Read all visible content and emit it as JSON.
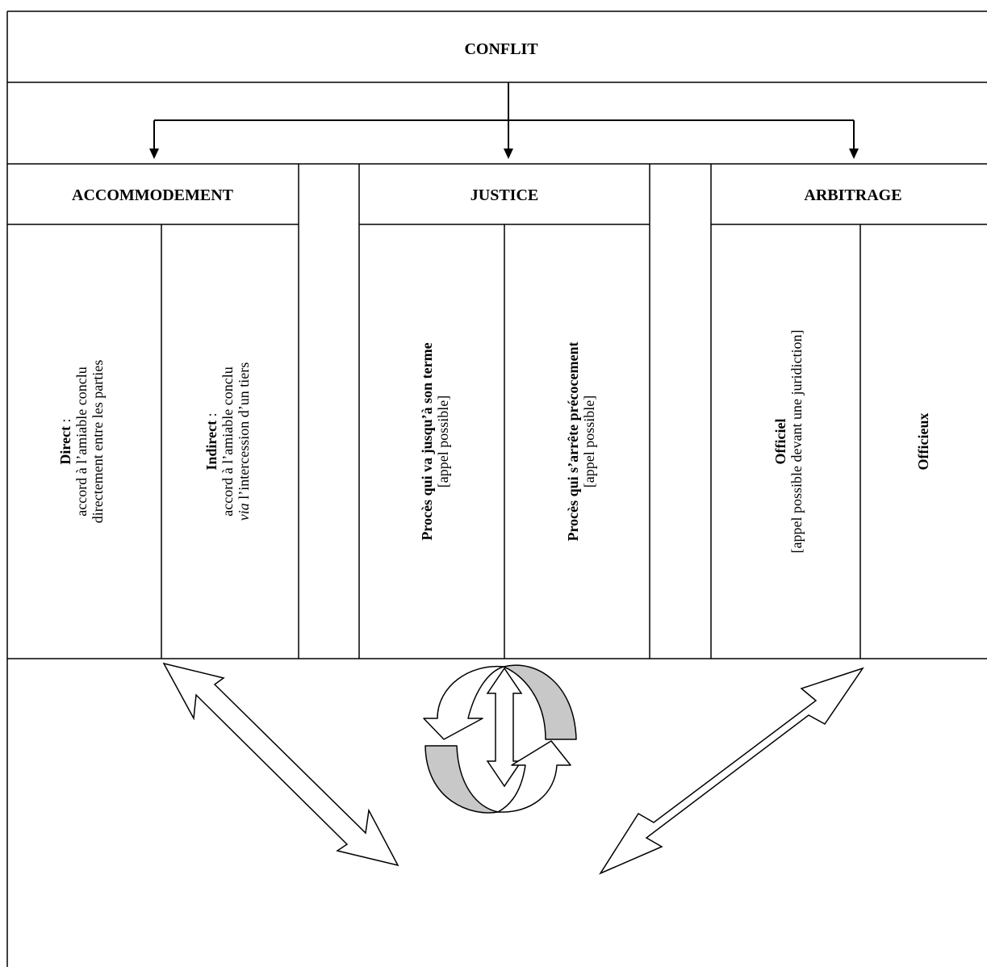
{
  "title": "CONFLIT",
  "branches": {
    "accommodement": {
      "label": "ACCOMMODEMENT",
      "direct": {
        "bold": "Direct",
        "suffix": " :",
        "line2": "accord à l’amiable conclu",
        "line3": "directement entre les parties"
      },
      "indirect": {
        "bold": "Indirect",
        "suffix": " :",
        "line2": "accord à l’amiable conclu",
        "line3_italic": "via",
        "line3_rest": " l’intercession d’un tiers"
      }
    },
    "justice": {
      "label": "JUSTICE",
      "terme": {
        "bold": "Procès qui va jusqu’à son terme",
        "line2": "[appel possible]"
      },
      "precoce": {
        "bold": "Procès qui s’arrête précocement",
        "line2": "[appel possible]"
      }
    },
    "arbitrage": {
      "label": "ARBITRAGE",
      "officiel": {
        "bold": "Officiel",
        "line2": "[appel possible devant une juridiction]"
      },
      "officieux": {
        "bold": "Officieux"
      }
    }
  },
  "colors": {
    "line": "#000000",
    "arrow_fill": "#ffffff",
    "cycle_shade": "#c8c8c8"
  }
}
